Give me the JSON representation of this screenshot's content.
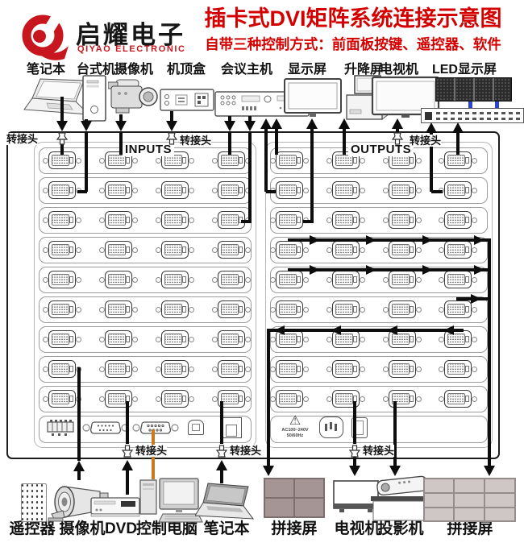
{
  "header": {
    "brand_cn": "启耀电子",
    "brand_en": "QIYAO ELECTRONIC",
    "title": "插卡式DVI矩阵系统连接示意图",
    "subtitle": "自带三种控制方式：前面板按键、遥控器、软件"
  },
  "matrix": {
    "inputs_label": "INPUTS",
    "outputs_label": "OUTPUTS",
    "adapter_label": "转接头",
    "power_ac": "AC100~240V",
    "power_hz": "50/60Hz"
  },
  "icons": {
    "warning": "⚠"
  },
  "top_devices": [
    {
      "label": "笔记本"
    },
    {
      "label": "台式机"
    },
    {
      "label": "摄像机"
    },
    {
      "label": "机顶盒"
    },
    {
      "label": "会议主机"
    },
    {
      "label": "显示屏"
    },
    {
      "label": "升降屏"
    },
    {
      "label": "电视机"
    },
    {
      "label": "LED显示屏"
    }
  ],
  "bottom_devices": [
    {
      "label": "遥控器"
    },
    {
      "label": "摄像机"
    },
    {
      "label": "DVD"
    },
    {
      "label": "控制电脑"
    },
    {
      "label": "笔记本"
    },
    {
      "label": "拼接屏"
    },
    {
      "label": "电视机"
    },
    {
      "label": "投影机"
    },
    {
      "label": "拼接屏"
    }
  ],
  "colors": {
    "accent_red": "#d40000",
    "logo_red": "#c8161e",
    "cable_black": "#0d0d0d",
    "serial_cable_orange": "#c87a1e",
    "led_link_blue": "#2b46c8",
    "wall_2x2_fill": "#a59595",
    "wall_3x3_fill": "#cfc6c6"
  }
}
